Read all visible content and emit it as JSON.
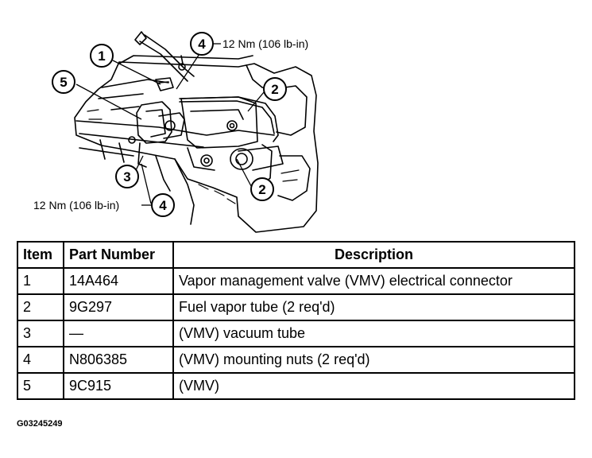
{
  "callouts": [
    {
      "id": "callout-1",
      "label": "1"
    },
    {
      "id": "callout-2a",
      "label": "2"
    },
    {
      "id": "callout-2b",
      "label": "2"
    },
    {
      "id": "callout-3",
      "label": "3"
    },
    {
      "id": "callout-4a",
      "label": "4"
    },
    {
      "id": "callout-4b",
      "label": "4"
    },
    {
      "id": "callout-5",
      "label": "5"
    }
  ],
  "torque_top": "12 Nm (106 lb-in)",
  "torque_bottom": "12 Nm (106 lb-in)",
  "table": {
    "headers": [
      "Item",
      "Part Number",
      "Description"
    ],
    "rows": [
      [
        "1",
        "14A464",
        "Vapor management valve (VMV) electrical connector"
      ],
      [
        "2",
        "9G297",
        "Fuel vapor tube (2 req'd)"
      ],
      [
        "3",
        "—",
        "(VMV) vacuum tube"
      ],
      [
        "4",
        "N806385",
        "(VMV) mounting nuts (2 req'd)"
      ],
      [
        "5",
        "9C915",
        "(VMV)"
      ]
    ]
  },
  "figure_id": "G03245249"
}
